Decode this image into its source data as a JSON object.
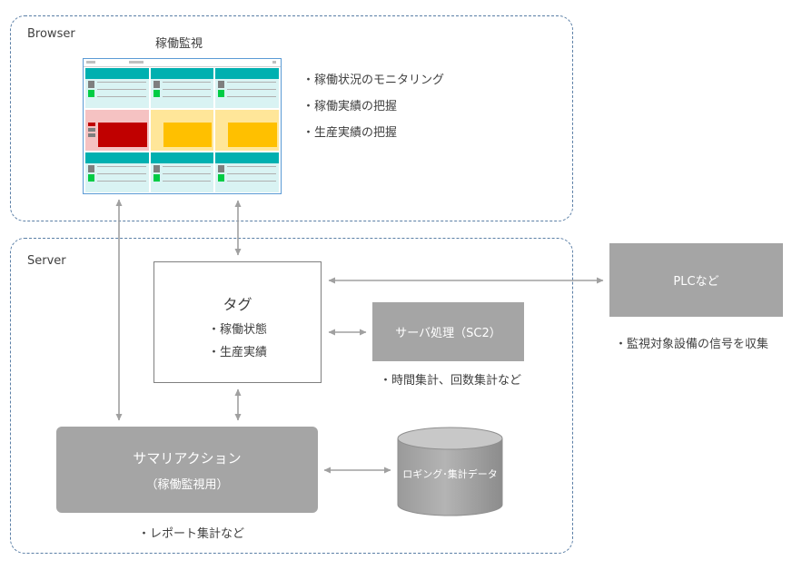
{
  "browser": {
    "label": "Browser",
    "screen_title": "稼働監視",
    "bullets": [
      "・稼働状況のモニタリング",
      "・稼働実績の把握",
      "・生産実績の把握"
    ]
  },
  "server": {
    "label": "Server",
    "tag": {
      "title": "タグ",
      "items": [
        "・稼働状態",
        "・生産実績"
      ]
    },
    "server_process": {
      "label": "サーバ処理（SC2）",
      "note": "・時間集計、回数集計など"
    },
    "summary_action": {
      "line1": "サマリアクション",
      "line2": "（稼働監視用）",
      "note": "・レポート集計など"
    },
    "database": {
      "label": "ロギング･集計データ"
    }
  },
  "plc": {
    "label": "PLCなど",
    "note": "・監視対象設備の信号を収集"
  },
  "colors": {
    "region_border": "#5b7fa6",
    "box_gray": "#a5a5a5",
    "arrow": "#a0a0a0",
    "teal": "#00b0b0",
    "alarm_red": "#c00000",
    "warn_yellow": "#ffc000"
  }
}
